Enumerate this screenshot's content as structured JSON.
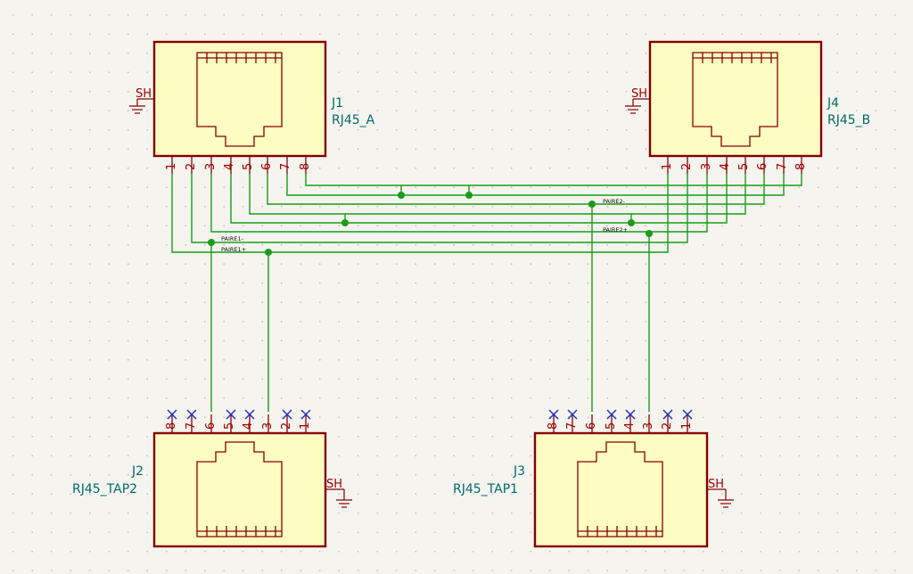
{
  "components": [
    {
      "id": "J1",
      "ref": "J1",
      "value": "RJ45_A",
      "shield_label": "SH",
      "pins": [
        "1",
        "2",
        "3",
        "4",
        "5",
        "6",
        "7",
        "8"
      ]
    },
    {
      "id": "J4",
      "ref": "J4",
      "value": "RJ45_B",
      "shield_label": "SH",
      "pins": [
        "1",
        "2",
        "3",
        "4",
        "5",
        "6",
        "7",
        "8"
      ]
    },
    {
      "id": "J2",
      "ref": "J2",
      "value": "RJ45_TAP2",
      "shield_label": "SH",
      "pins": [
        "8",
        "7",
        "6",
        "5",
        "4",
        "3",
        "2",
        "1"
      ]
    },
    {
      "id": "J3",
      "ref": "J3",
      "value": "RJ45_TAP1",
      "shield_label": "SH",
      "pins": [
        "8",
        "7",
        "6",
        "5",
        "4",
        "3",
        "2",
        "1"
      ]
    }
  ],
  "net_labels": [
    "PAIRE2-",
    "PAIRE2+",
    "PAIRE1-",
    "PAIRE1+"
  ],
  "colors": {
    "background": "#f5f4ef",
    "component_body": "#fffec2",
    "component_outline": "#840000",
    "wire": "#1a9b1a",
    "no_connect": "#2330c4",
    "reference_text": "#006a6a"
  }
}
